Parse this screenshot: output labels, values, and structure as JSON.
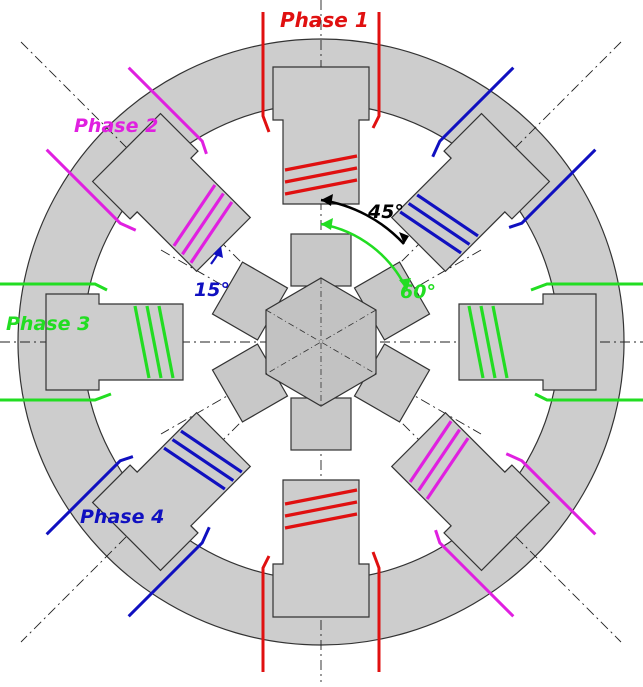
{
  "labels": {
    "phase1": "Phase 1",
    "phase2": "Phase 2",
    "phase3": "Phase 3",
    "phase4": "Phase 4",
    "angle45": "45°",
    "angle60": "60°",
    "angle15": "15°"
  },
  "colors": {
    "phase1": "#e01010",
    "phase2": "#e020e0",
    "phase3": "#22dd22",
    "phase4": "#1010c0",
    "angle45": "#000000",
    "angle60": "#22dd22",
    "angle15": "#1010c0",
    "steel": "#cdcdcd",
    "outline": "#333333"
  },
  "motor": {
    "stator_poles": 8,
    "rotor_teeth": 6,
    "stator_pole_pitch_deg": 45,
    "rotor_tooth_pitch_deg": 60,
    "step_angle_deg": 15
  }
}
